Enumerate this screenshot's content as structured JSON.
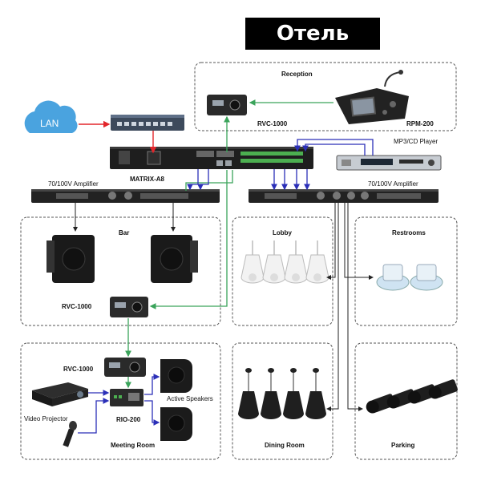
{
  "title": "Отель",
  "cloud": {
    "label": "LAN",
    "color": "#4aa3df"
  },
  "devices": {
    "matrix": "MATRIX-A8",
    "mp3": "MP3/CD Player",
    "amp_left": "70/100V Amplifier",
    "amp_right": "70/100V Amplifier"
  },
  "zones": {
    "reception": {
      "title": "Reception",
      "rvc": "RVC-1000",
      "rpm": "RPM-200"
    },
    "bar": {
      "title": "Bar",
      "rvc": "RVC-1000"
    },
    "lobby": {
      "title": "Lobby"
    },
    "restrooms": {
      "title": "Restrooms"
    },
    "meeting": {
      "title": "Meeting Room",
      "rvc": "RVC-1000",
      "rio": "RIO-200",
      "speakers": "Active Speakers",
      "projector": "Video Projector"
    },
    "dining": {
      "title": "Dining Room"
    },
    "parking": {
      "title": "Parking"
    }
  },
  "colors": {
    "network": "#e3262b",
    "control": "#3aa35a",
    "audio": "#2b2fb8"
  }
}
